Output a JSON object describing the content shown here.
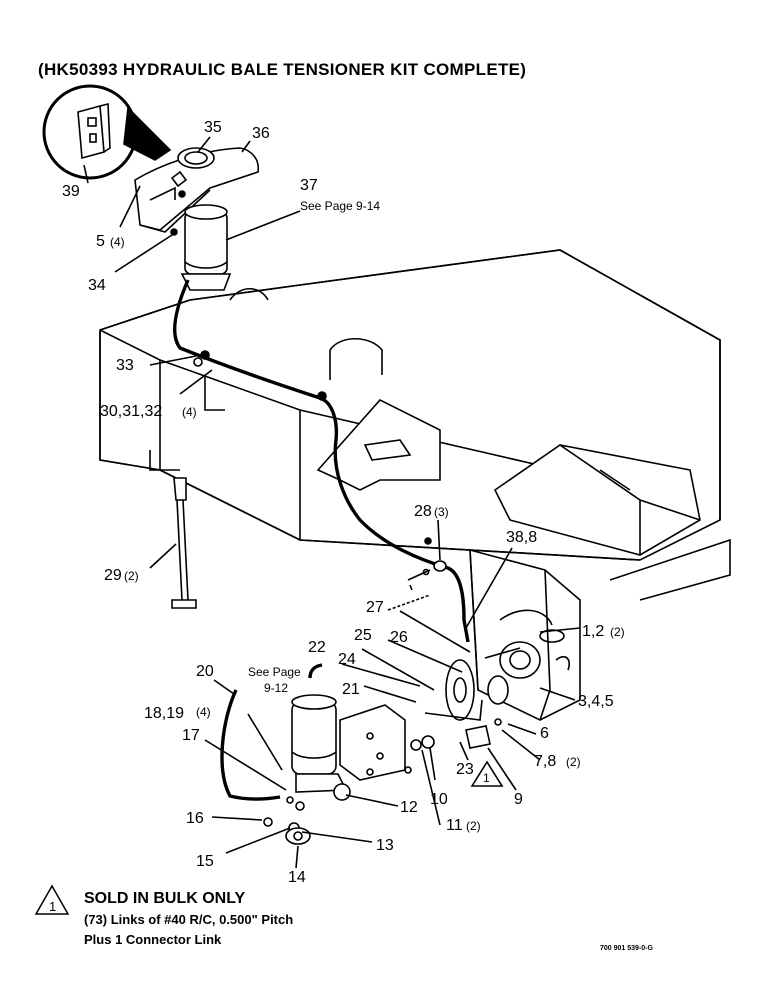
{
  "title": "(HK50393 HYDRAULIC BALE TENSIONER KIT COMPLETE)",
  "callouts": {
    "c35": "35",
    "c36": "36",
    "c39": "39",
    "c5": "5",
    "c5q": "(4)",
    "c37": "37",
    "c37note": "See Page 9-14",
    "c34": "34",
    "c33": "33",
    "c30": "30,31,32",
    "c30q": "(4)",
    "c29": "29",
    "c29q": "(2)",
    "c28": "28",
    "c28q": "(3)",
    "c38": "38,8",
    "c27": "27",
    "c1": "1,2",
    "c1q": "(2)",
    "c25": "25",
    "c26": "26",
    "c22": "22",
    "c24": "24",
    "c20": "20",
    "cSee1": "See Page",
    "cSee2": "9-12",
    "c21": "21",
    "c18": "18,19",
    "c18q": "(4)",
    "c3": "3,4,5",
    "c6": "6",
    "c17": "17",
    "c7": "7,8",
    "c7q": "(2)",
    "c23": "23",
    "c1tri": "1",
    "c10": "10",
    "c9": "9",
    "c12": "12",
    "c11": "11",
    "c11q": "(2)",
    "c16": "16",
    "c13": "13",
    "c15": "15",
    "c14": "14"
  },
  "footnote": {
    "marker": "1",
    "heading": "SOLD IN BULK ONLY",
    "line1": "(73) Links of #40 R/C, 0.500\" Pitch",
    "line2": "Plus 1 Connector Link"
  },
  "reference_code": "700 901 539-0-G"
}
